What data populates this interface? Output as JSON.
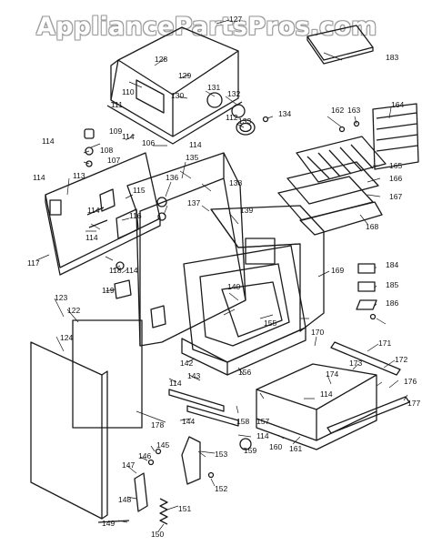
{
  "watermark": "AppliancePartsPros.com",
  "part_labels": [
    "127",
    "183",
    "128",
    "129",
    "110",
    "111",
    "130",
    "131",
    "132",
    "133",
    "134",
    "112",
    "109",
    "106",
    "114",
    "108",
    "107",
    "113",
    "135",
    "136",
    "162",
    "163",
    "164",
    "165",
    "166",
    "167",
    "168",
    "115",
    "116",
    "137",
    "138",
    "139",
    "117",
    "118",
    "184",
    "185",
    "186",
    "119",
    "140",
    "155",
    "169",
    "123",
    "122",
    "124",
    "142",
    "143",
    "156",
    "170",
    "171",
    "172",
    "173",
    "174",
    "176",
    "177",
    "178",
    "144",
    "158",
    "157",
    "159",
    "160",
    "161",
    "145",
    "146",
    "147",
    "148",
    "149",
    "150",
    "151",
    "152",
    "153"
  ]
}
